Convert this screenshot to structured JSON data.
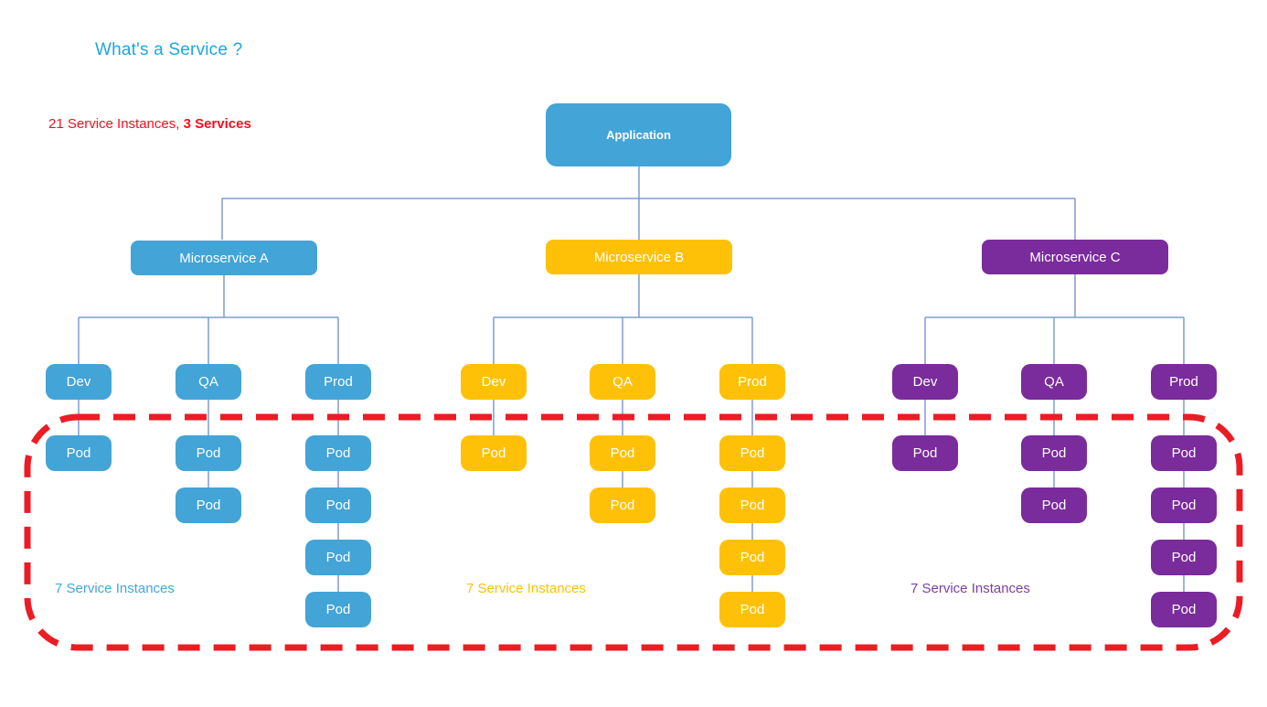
{
  "title": "What's a Service ?",
  "summary": {
    "prefix": "21 Service Instances, ",
    "bold": "3 Services"
  },
  "application": {
    "label": "Application"
  },
  "microservices": [
    {
      "label": "Microservice A",
      "color": "#42A4D7",
      "instances_label": "7 Service Instances",
      "envs": [
        {
          "label": "Dev",
          "pods": [
            "Pod"
          ]
        },
        {
          "label": "QA",
          "pods": [
            "Pod",
            "Pod"
          ]
        },
        {
          "label": "Prod",
          "pods": [
            "Pod",
            "Pod",
            "Pod",
            "Pod"
          ]
        }
      ]
    },
    {
      "label": "Microservice B",
      "color": "#FFC107",
      "instances_label": "7 Service Instances",
      "envs": [
        {
          "label": "Dev",
          "pods": [
            "Pod"
          ]
        },
        {
          "label": "QA",
          "pods": [
            "Pod",
            "Pod"
          ]
        },
        {
          "label": "Prod",
          "pods": [
            "Pod",
            "Pod",
            "Pod",
            "Pod"
          ]
        }
      ]
    },
    {
      "label": "Microservice C",
      "color": "#7A2B9C",
      "instances_label": "7 Service Instances",
      "envs": [
        {
          "label": "Dev",
          "pods": [
            "Pod"
          ]
        },
        {
          "label": "QA",
          "pods": [
            "Pod",
            "Pod"
          ]
        },
        {
          "label": "Prod",
          "pods": [
            "Pod",
            "Pod",
            "Pod",
            "Pod"
          ]
        }
      ]
    }
  ],
  "colors": {
    "title_text": "#1CA6E0",
    "summary_text": "#FC0D1B",
    "connector_line": "#7D9BD6",
    "pods_boundary": "#EC1C24",
    "instances_text_a": "#45A7DC",
    "instances_text_b": "#FFC107",
    "instances_text_c": "#7C3EA8"
  }
}
